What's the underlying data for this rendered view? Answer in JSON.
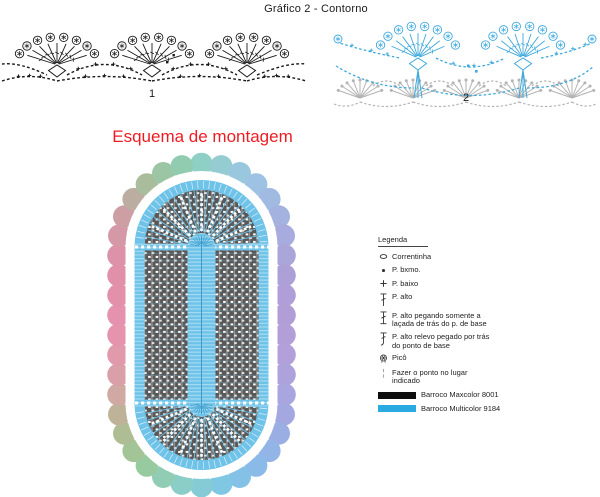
{
  "header": {
    "grafico_title": "Gráfico 2 - Contorno"
  },
  "montagem": {
    "title": "Esquema de montagem",
    "title_color": "#ED1C24"
  },
  "charts": {
    "chart1": {
      "label": "1",
      "color": "#1a1a1a"
    },
    "chart2": {
      "label": "2",
      "blue": "#3FA9DC",
      "gray": "#b3b3b3"
    }
  },
  "rug": {
    "body_blue": "#6fc3e8",
    "stripe_blue": "#a8dcf2",
    "accent_blue": "#3d9bcb",
    "weave_dark": "#585858",
    "weave_light": "#909090",
    "scallop_stops": [
      [
        0.0,
        "#8fd0c6"
      ],
      [
        0.06,
        "#9bc6e4"
      ],
      [
        0.13,
        "#a5aede"
      ],
      [
        0.2,
        "#ae9ed6"
      ],
      [
        0.28,
        "#b49fd9"
      ],
      [
        0.36,
        "#a3a8e0"
      ],
      [
        0.42,
        "#8cb8e8"
      ],
      [
        0.47,
        "#7ec6e6"
      ],
      [
        0.53,
        "#8ccfc4"
      ],
      [
        0.58,
        "#9bc999"
      ],
      [
        0.63,
        "#b5b993"
      ],
      [
        0.68,
        "#d8a3a8"
      ],
      [
        0.74,
        "#e693ae"
      ],
      [
        0.82,
        "#e08fa9"
      ],
      [
        0.88,
        "#cf9da5"
      ],
      [
        0.93,
        "#a8bd9c"
      ],
      [
        0.97,
        "#92cbaa"
      ],
      [
        1.0,
        "#8fd0c6"
      ]
    ]
  },
  "legend": {
    "title": "Legenda",
    "items": [
      {
        "icon": "chain-icon",
        "label": "Correntinha"
      },
      {
        "icon": "slip-stitch-icon",
        "label": "P. bxmo."
      },
      {
        "icon": "single-crochet-icon",
        "label": "P. baixo"
      },
      {
        "icon": "double-crochet-icon",
        "label": "P. alto"
      },
      {
        "icon": "back-loop-dc-icon",
        "label": "P. alto pegando somente a laçada de trás do p. de base"
      },
      {
        "icon": "back-post-dc-icon",
        "label": "P. alto relevo pegado por trás do ponto de base"
      },
      {
        "icon": "picot-icon",
        "label": "Picô"
      },
      {
        "icon": "place-marker-icon",
        "label": "Fazer o ponto no lugar indicado"
      }
    ],
    "yarns": [
      {
        "color": "#0d0d0d",
        "label": "Barroco Maxcolor 8001"
      },
      {
        "color": "#29ABE2",
        "label": "Barroco Multicolor 9184"
      }
    ]
  }
}
